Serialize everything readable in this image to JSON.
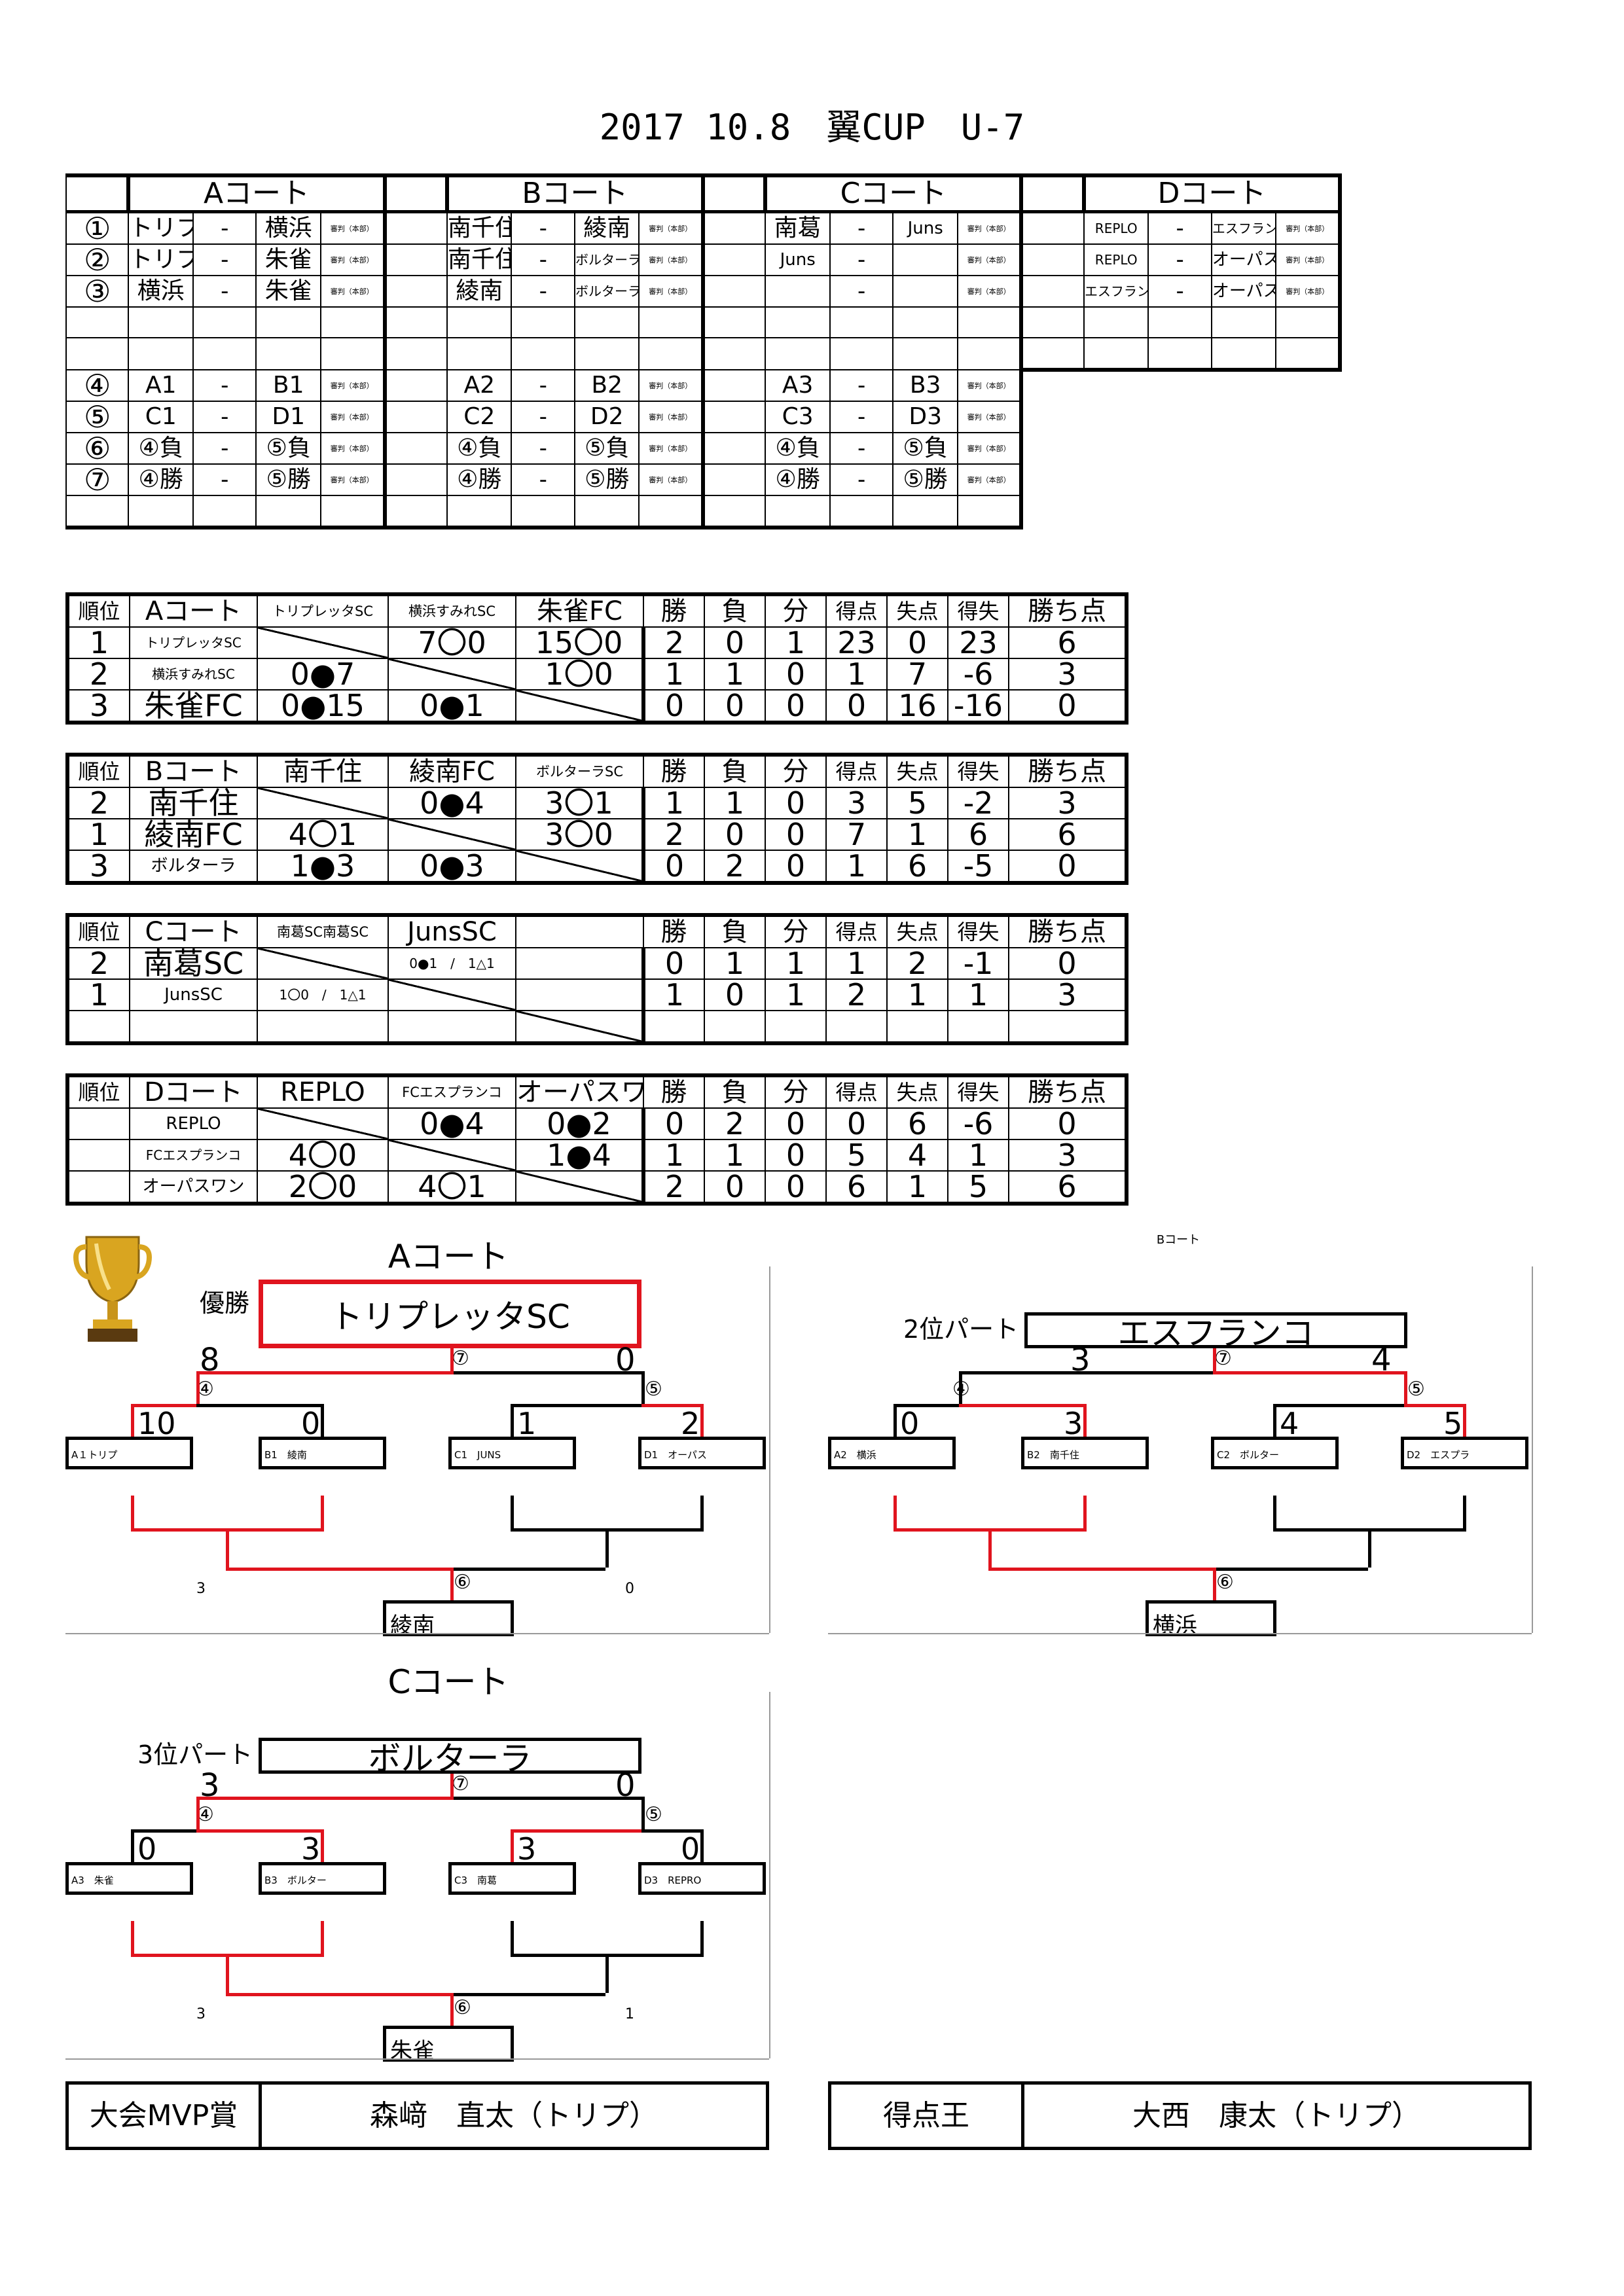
{
  "title": "2017 10.8　翼CUP　U-7",
  "schedule": {
    "courts": [
      "Aコート",
      "Bコート",
      "Cコート",
      "Dコート"
    ],
    "round_labels": [
      "①",
      "②",
      "③",
      "④",
      "⑤",
      "⑥",
      "⑦"
    ],
    "dash": "-",
    "ref": "審判（本部）",
    "A": [
      [
        "トリプ",
        "横浜"
      ],
      [
        "トリプ",
        "朱雀"
      ],
      [
        "横浜",
        "朱雀"
      ],
      [
        "A1",
        "B1"
      ],
      [
        "C1",
        "D1"
      ],
      [
        "④負",
        "⑤負"
      ],
      [
        "④勝",
        "⑤勝"
      ]
    ],
    "B": [
      [
        "南千住",
        "綾南"
      ],
      [
        "南千住",
        "ボルターラ"
      ],
      [
        "綾南",
        "ボルターラ"
      ],
      [
        "A2",
        "B2"
      ],
      [
        "C2",
        "D2"
      ],
      [
        "④負",
        "⑤負"
      ],
      [
        "④勝",
        "⑤勝"
      ]
    ],
    "C": [
      [
        "南葛",
        "Juns"
      ],
      [
        "Juns",
        ""
      ],
      [
        "",
        ""
      ],
      [
        "A3",
        "B3"
      ],
      [
        "C3",
        "D3"
      ],
      [
        "④負",
        "⑤負"
      ],
      [
        "④勝",
        "⑤勝"
      ]
    ],
    "D": [
      [
        "REPLO",
        "エスフランコ"
      ],
      [
        "REPLO",
        "オーパス"
      ],
      [
        "エスフランコ",
        "オーパス"
      ]
    ]
  },
  "standings_headers": {
    "rank": "順位",
    "w": "勝",
    "l": "負",
    "d": "分",
    "gf": "得点",
    "ga": "失点",
    "gd": "得失",
    "pts": "勝ち点"
  },
  "standings": [
    {
      "court": "Aコート",
      "teams": [
        "トリプレッタSC",
        "横浜すみれSC",
        "朱雀FC"
      ],
      "rows": [
        {
          "rank": "1",
          "name": "トリプレッタSC",
          "r": [
            "",
            "7〇0",
            "15〇0"
          ],
          "w": "2",
          "l": "0",
          "d": "1",
          "gf": "23",
          "ga": "0",
          "gd": "23",
          "pts": "6"
        },
        {
          "rank": "2",
          "name": "横浜すみれSC",
          "r": [
            "0●7",
            "",
            "1〇0"
          ],
          "w": "1",
          "l": "1",
          "d": "0",
          "gf": "1",
          "ga": "7",
          "gd": "-6",
          "pts": "3"
        },
        {
          "rank": "3",
          "name": "朱雀FC",
          "r": [
            "0●15",
            "0●1",
            ""
          ],
          "w": "0",
          "l": "0",
          "d": "0",
          "gf": "0",
          "ga": "16",
          "gd": "-16",
          "pts": "0"
        }
      ]
    },
    {
      "court": "Bコート",
      "teams": [
        "南千住",
        "綾南FC",
        "ボルターラSC"
      ],
      "rows": [
        {
          "rank": "2",
          "name": "南千住",
          "r": [
            "",
            "0●4",
            "3〇1"
          ],
          "w": "1",
          "l": "1",
          "d": "0",
          "gf": "3",
          "ga": "5",
          "gd": "-2",
          "pts": "3"
        },
        {
          "rank": "1",
          "name": "綾南FC",
          "r": [
            "4〇1",
            "",
            "3〇0"
          ],
          "w": "2",
          "l": "0",
          "d": "0",
          "gf": "7",
          "ga": "1",
          "gd": "6",
          "pts": "6"
        },
        {
          "rank": "3",
          "name": "ボルターラ",
          "r": [
            "1●3",
            "0●3",
            ""
          ],
          "w": "0",
          "l": "2",
          "d": "0",
          "gf": "1",
          "ga": "6",
          "gd": "-5",
          "pts": "0"
        }
      ]
    },
    {
      "court": "Cコート",
      "teams": [
        "南葛SC南葛SC",
        "JunsSC",
        ""
      ],
      "rows": [
        {
          "rank": "2",
          "name": "南葛SC",
          "r": [
            "",
            "0●1　/　1△1",
            ""
          ],
          "w": "0",
          "l": "1",
          "d": "1",
          "gf": "1",
          "ga": "2",
          "gd": "-1",
          "pts": "0"
        },
        {
          "rank": "1",
          "name": "JunsSC",
          "r": [
            "1〇0　/　1△1",
            "",
            ""
          ],
          "w": "1",
          "l": "0",
          "d": "1",
          "gf": "2",
          "ga": "1",
          "gd": "1",
          "pts": "3"
        },
        {
          "rank": "",
          "name": "",
          "r": [
            "",
            "",
            ""
          ],
          "w": "",
          "l": "",
          "d": "",
          "gf": "",
          "ga": "",
          "gd": "",
          "pts": ""
        }
      ]
    },
    {
      "court": "Dコート",
      "teams": [
        "REPLO",
        "FCエスプランコ",
        "オーパスワン"
      ],
      "rows": [
        {
          "rank": "",
          "name": "REPLO",
          "r": [
            "",
            "0●4",
            "0●2"
          ],
          "w": "0",
          "l": "2",
          "d": "0",
          "gf": "0",
          "ga": "6",
          "gd": "-6",
          "pts": "0"
        },
        {
          "rank": "",
          "name": "FCエスプランコ",
          "r": [
            "4〇0",
            "",
            "1●4"
          ],
          "w": "1",
          "l": "1",
          "d": "0",
          "gf": "5",
          "ga": "4",
          "gd": "1",
          "pts": "3"
        },
        {
          "rank": "",
          "name": "オーパスワン",
          "r": [
            "2〇0",
            "4〇1",
            ""
          ],
          "w": "2",
          "l": "0",
          "d": "0",
          "gf": "6",
          "ga": "1",
          "gd": "5",
          "pts": "6"
        }
      ]
    }
  ],
  "brackets": {
    "A": {
      "court": "Aコート",
      "rank_label": "優勝",
      "winner": "トリプレッタSC",
      "final_l": "8",
      "final_r": "0",
      "m7": "⑦",
      "m4": "④",
      "m5": "⑤",
      "m6": "⑥",
      "s4l": "10",
      "s4r": "0",
      "s5l": "1",
      "s5r": "2",
      "teams": [
        "A１トリプ",
        "B1　綾南",
        "C1　JUNS",
        "D1　オーパス"
      ],
      "third_l": "3",
      "third_r": "0",
      "third_winner": "綾南"
    },
    "B": {
      "court": "Bコート",
      "rank_label": "2位パート",
      "winner": "エスフランコ",
      "final_l": "3",
      "final_r": "4",
      "m7": "⑦",
      "m4": "④",
      "m5": "⑤",
      "m6": "⑥",
      "s4l": "0",
      "s4r": "3",
      "s5l": "4",
      "s5r": "5",
      "teams": [
        "A2　横浜",
        "B2　南千住",
        "C2　ボルター",
        "D2　エスプラ"
      ],
      "third_winner": "横浜"
    },
    "C": {
      "court": "Cコート",
      "rank_label": "3位パート",
      "winner": "ボルターラ",
      "final_l": "3",
      "final_r": "0",
      "m7": "⑦",
      "m4": "④",
      "m5": "⑤",
      "m6": "⑥",
      "s4l": "0",
      "s4r": "3",
      "s5l": "3",
      "s5r": "0",
      "teams": [
        "A3　朱雀",
        "B3　ボルター",
        "C3　南葛",
        "D3　REPRO"
      ],
      "third_l": "3",
      "third_r": "1",
      "third_winner": "朱雀"
    }
  },
  "awards": {
    "mvp_label": "大会MVP賞",
    "mvp_name": "森﨑　直太（トリプ）",
    "scorer_label": "得点王",
    "scorer_name": "大西　康太（トリプ）"
  },
  "colors": {
    "accent": "#e0141e",
    "trophy": "#d9a520"
  }
}
